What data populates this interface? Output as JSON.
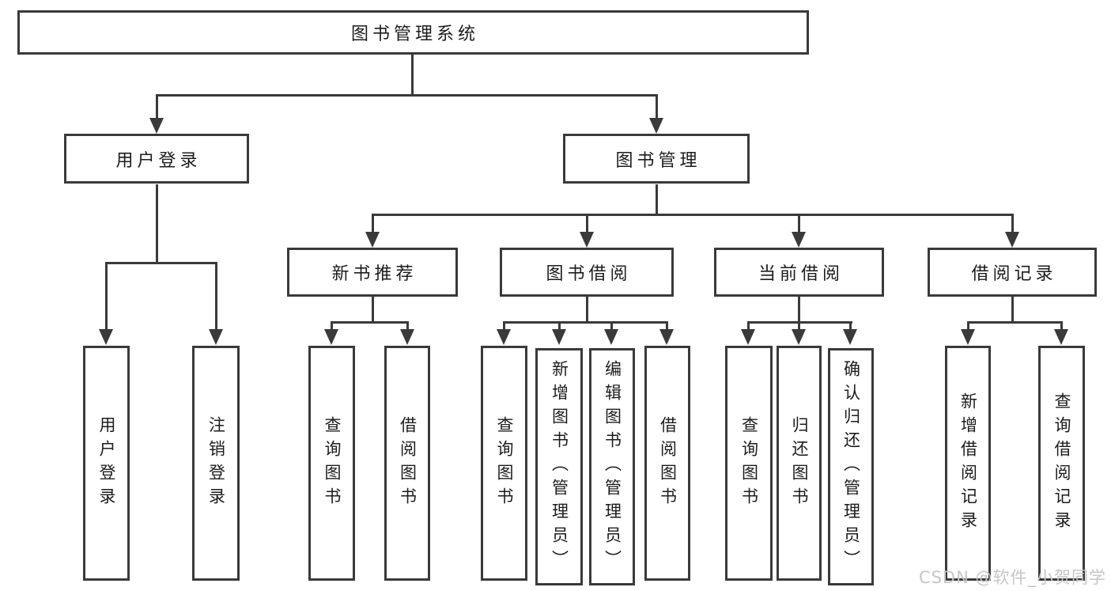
{
  "root": {
    "label": "图书管理系统"
  },
  "level2": {
    "user_login": {
      "label": "用户登录"
    },
    "book_management": {
      "label": "图书管理"
    }
  },
  "level3": {
    "new_books": {
      "label": "新书推荐"
    },
    "book_borrow": {
      "label": "图书借阅"
    },
    "current_borrow": {
      "label": "当前借阅"
    },
    "borrow_records": {
      "label": "借阅记录"
    }
  },
  "leaves": {
    "user_login": [
      "用户登录",
      "注销登录"
    ],
    "new_books": [
      "查询图书",
      "借阅图书"
    ],
    "book_borrow": [
      "查询图书",
      "新增图书（管理员）",
      "编辑图书（管理员）",
      "借阅图书"
    ],
    "current_borrow": [
      "查询图书",
      "归还图书",
      "确认归还（管理员）"
    ],
    "borrow_records": [
      "新增借阅记录",
      "查询借阅记录"
    ]
  },
  "watermark": "CSDN @软件_小贺同学",
  "colors": {
    "line": "#3a3a3a",
    "border": "#3a3a3a",
    "background": "#ffffff",
    "text": "#1c1c1c",
    "watermark": "#c6c6c6"
  }
}
